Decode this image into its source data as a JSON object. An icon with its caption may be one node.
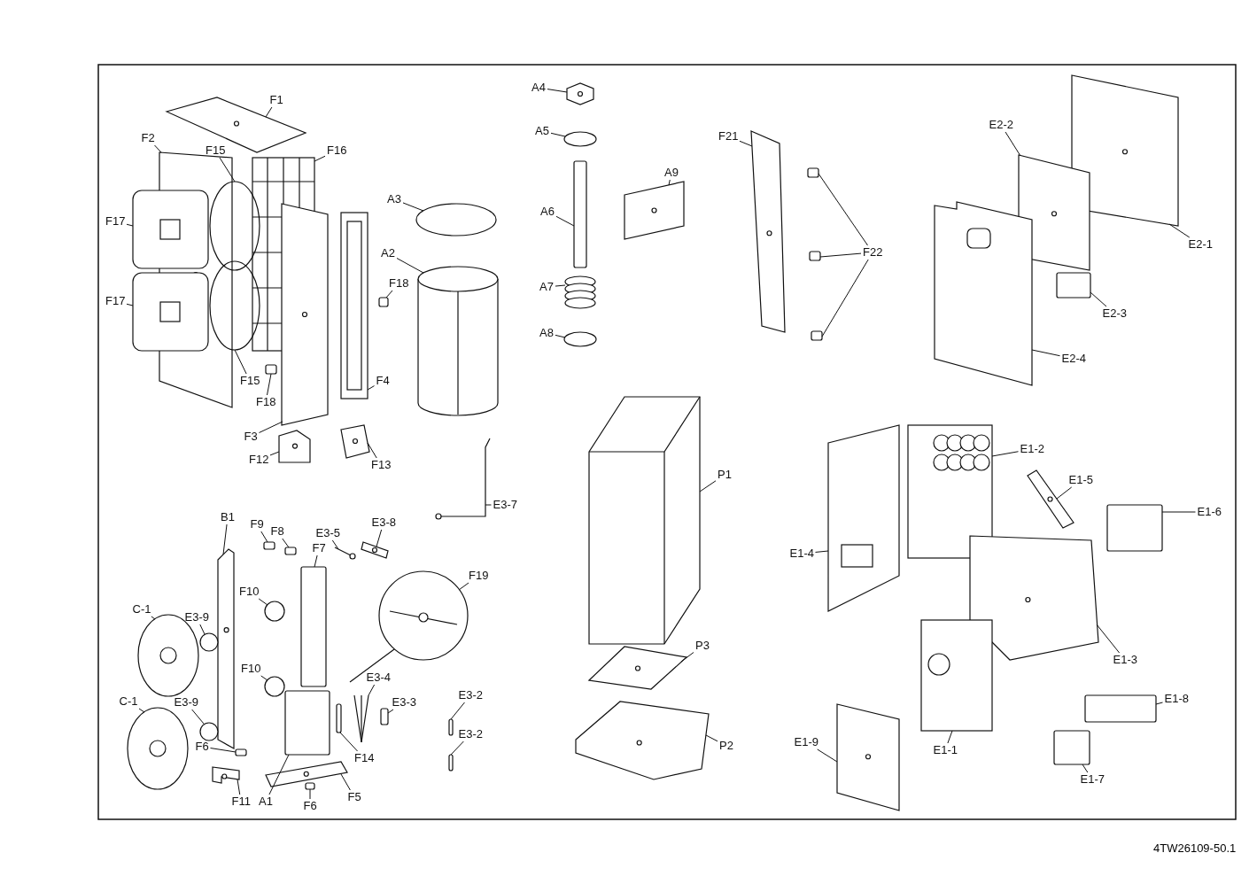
{
  "diagram": {
    "nodes": [
      {
        "text": [
          "F1"
        ]
      },
      {
        "text": [
          "F2"
        ]
      },
      {
        "text": [
          "F15"
        ]
      },
      {
        "text": [
          "F16"
        ]
      },
      {
        "text": [
          "F17"
        ]
      },
      {
        "text": [
          "F17"
        ]
      },
      {
        "text": [
          "A3"
        ]
      },
      {
        "text": [
          "A2"
        ]
      },
      {
        "text": [
          "F18"
        ]
      },
      {
        "text": [
          "F15"
        ]
      },
      {
        "text": [
          "F18"
        ]
      },
      {
        "text": [
          "F4"
        ]
      },
      {
        "text": [
          "F3"
        ]
      },
      {
        "text": [
          "F12"
        ]
      },
      {
        "text": [
          "F13"
        ]
      },
      {
        "text": [
          "A4"
        ]
      },
      {
        "text": [
          "A5"
        ]
      },
      {
        "text": [
          "A9"
        ]
      },
      {
        "text": [
          "A6"
        ]
      },
      {
        "text": [
          "A7"
        ]
      },
      {
        "text": [
          "A8"
        ]
      },
      {
        "text": [
          "F21"
        ]
      },
      {
        "text": [
          "F22"
        ]
      },
      {
        "text": [
          "E2-2"
        ]
      },
      {
        "text": [
          "E2-1"
        ]
      },
      {
        "text": [
          "E2-3"
        ]
      },
      {
        "text": [
          "E2-4"
        ]
      },
      {
        "text": [
          "E3-7"
        ]
      },
      {
        "text": [
          "P1"
        ]
      },
      {
        "text": [
          "E1-2"
        ]
      },
      {
        "text": [
          "E1-5"
        ]
      },
      {
        "text": [
          "E1-6"
        ]
      },
      {
        "text": [
          "E1-4"
        ]
      },
      {
        "text": [
          "B1"
        ]
      },
      {
        "text": [
          "F9"
        ]
      },
      {
        "text": [
          "F8"
        ]
      },
      {
        "text": [
          "E3-5"
        ]
      },
      {
        "text": [
          "E3-8"
        ]
      },
      {
        "text": [
          "F7"
        ]
      },
      {
        "text": [
          "F19"
        ]
      },
      {
        "text": [
          "F10"
        ]
      },
      {
        "text": [
          "C-1"
        ]
      },
      {
        "text": [
          "E3-9"
        ]
      },
      {
        "text": [
          "F10"
        ]
      },
      {
        "text": [
          "E3-4"
        ]
      },
      {
        "text": [
          "E3-3"
        ]
      },
      {
        "text": [
          "E3-2"
        ]
      },
      {
        "text": [
          "E3-2"
        ]
      },
      {
        "text": [
          "C-1"
        ]
      },
      {
        "text": [
          "E3-9"
        ]
      },
      {
        "text": [
          "F14"
        ]
      },
      {
        "text": [
          "F6"
        ]
      },
      {
        "text": [
          "F11"
        ]
      },
      {
        "text": [
          "A1"
        ]
      },
      {
        "text": [
          "F6"
        ]
      },
      {
        "text": [
          "F5"
        ]
      },
      {
        "text": [
          "P3"
        ]
      },
      {
        "text": [
          "P2"
        ]
      },
      {
        "text": [
          "E1-3"
        ]
      },
      {
        "text": [
          "E1-8"
        ]
      },
      {
        "text": [
          "E1-9"
        ]
      },
      {
        "text": [
          "E1-1"
        ]
      },
      {
        "text": [
          "E1-7"
        ]
      },
      {
        "text": [],
        "shape": "picture"
      },
      {
        "text": [],
        "shape": "picture"
      },
      {
        "text": [],
        "shape": "circle"
      },
      {
        "text": [],
        "shape": "circle"
      },
      {
        "text": [],
        "shape": "picture"
      },
      {
        "text": [],
        "shape": "picture"
      },
      {
        "text": [],
        "shape": "picture"
      },
      {
        "text": [],
        "shape": "circle"
      },
      {
        "text": [],
        "shape": "picture"
      },
      {
        "text": [],
        "shape": "box"
      },
      {
        "text": [],
        "shape": "box"
      },
      {
        "text": [],
        "shape": "picture"
      },
      {
        "text": [],
        "shape": "picture"
      },
      {
        "text": [],
        "shape": "picture"
      },
      {
        "text": [],
        "shape": "picture"
      },
      {
        "text": [],
        "shape": "picture"
      },
      {
        "text": [],
        "shape": "circle"
      },
      {
        "text": [],
        "shape": "picture"
      },
      {
        "text": [],
        "shape": "box"
      },
      {
        "text": [],
        "shape": "picture"
      },
      {
        "text": [],
        "shape": "circle"
      },
      {
        "text": [],
        "shape": "picture"
      },
      {
        "text": [],
        "shape": "box"
      },
      {
        "text": [],
        "shape": "box"
      },
      {
        "text": [],
        "shape": "box"
      },
      {
        "text": [],
        "shape": "picture"
      },
      {
        "text": [],
        "shape": "picture"
      },
      {
        "text": [],
        "shape": "box"
      },
      {
        "text": [],
        "shape": "picture"
      },
      {
        "text": [],
        "shape": "picture"
      },
      {
        "text": [],
        "shape": "picture"
      },
      {
        "text": [],
        "shape": "picture"
      },
      {
        "text": [],
        "shape": "picture"
      },
      {
        "text": [],
        "shape": "box"
      },
      {
        "text": [],
        "shape": "picture"
      },
      {
        "text": [],
        "shape": "picture"
      },
      {
        "text": [],
        "shape": "box"
      },
      {
        "text": [],
        "shape": "box"
      },
      {
        "text": [],
        "shape": "picture"
      },
      {
        "text": [],
        "shape": "picture"
      },
      {
        "text": [],
        "shape": "box"
      },
      {
        "text": [],
        "shape": "picture"
      },
      {
        "text": [],
        "shape": "circle"
      },
      {
        "text": [],
        "shape": "picture"
      },
      {
        "text": [],
        "shape": "circle"
      },
      {
        "text": [],
        "shape": "circle"
      },
      {
        "text": [],
        "shape": "picture"
      },
      {
        "text": [],
        "shape": "box"
      },
      {
        "text": [],
        "shape": "box"
      },
      {
        "text": [],
        "shape": "box"
      },
      {
        "text": [],
        "shape": "picture"
      },
      {
        "text": [],
        "shape": "circle"
      },
      {
        "text": [],
        "shape": "box"
      },
      {
        "text": [],
        "shape": "box"
      },
      {
        "text": [],
        "shape": "picture"
      },
      {
        "text": [],
        "shape": "box"
      },
      {
        "text": [],
        "shape": "box"
      },
      {
        "text": [],
        "shape": "picture"
      },
      {
        "text": [],
        "shape": "picture"
      },
      {
        "text": [],
        "shape": "picture"
      },
      {
        "text": [],
        "shape": "picture"
      },
      {
        "text": [],
        "shape": "box"
      },
      {
        "text": [],
        "shape": "picture"
      },
      {
        "text": [],
        "shape": "picture"
      },
      {
        "text": [],
        "shape": "box"
      }
    ],
    "edges": [
      {
        "from": 0,
        "to": 63,
        "arrow": "none"
      },
      {
        "from": 1,
        "to": 64,
        "arrow": "none"
      },
      {
        "from": 2,
        "to": 65,
        "arrow": "none"
      },
      {
        "from": 3,
        "to": 67,
        "arrow": "none"
      },
      {
        "from": 4,
        "to": 68,
        "arrow": "none"
      },
      {
        "from": 5,
        "to": 69,
        "arrow": "none"
      },
      {
        "from": 6,
        "to": 70,
        "arrow": "none"
      },
      {
        "from": 7,
        "to": 71,
        "arrow": "none"
      },
      {
        "from": 8,
        "to": 72,
        "arrow": "none"
      },
      {
        "from": 9,
        "to": 66,
        "arrow": "none"
      },
      {
        "from": 10,
        "to": 73,
        "arrow": "none"
      },
      {
        "from": 11,
        "to": 74,
        "arrow": "none"
      },
      {
        "from": 12,
        "to": 75,
        "arrow": "none"
      },
      {
        "from": 13,
        "to": 76,
        "arrow": "none"
      },
      {
        "from": 14,
        "to": 77,
        "arrow": "none"
      },
      {
        "from": 15,
        "to": 78,
        "arrow": "none"
      },
      {
        "from": 16,
        "to": 79,
        "arrow": "none"
      },
      {
        "from": 17,
        "to": 80,
        "arrow": "none"
      },
      {
        "from": 18,
        "to": 81,
        "arrow": "none"
      },
      {
        "from": 19,
        "to": 82,
        "arrow": "none"
      },
      {
        "from": 20,
        "to": 83,
        "arrow": "none"
      },
      {
        "from": 21,
        "to": 84,
        "arrow": "none"
      },
      {
        "from": 22,
        "to": 85,
        "arrow": "none"
      },
      {
        "from": 22,
        "to": 86,
        "arrow": "none"
      },
      {
        "from": 22,
        "to": 87,
        "arrow": "none"
      },
      {
        "from": 23,
        "to": 88,
        "arrow": "none"
      },
      {
        "from": 24,
        "to": 89,
        "arrow": "none"
      },
      {
        "from": 25,
        "to": 90,
        "arrow": "none"
      },
      {
        "from": 26,
        "to": 91,
        "arrow": "none"
      },
      {
        "from": 27,
        "to": 92,
        "arrow": "none"
      },
      {
        "from": 28,
        "to": 93,
        "arrow": "none"
      },
      {
        "from": 29,
        "to": 94,
        "arrow": "none"
      },
      {
        "from": 30,
        "to": 95,
        "arrow": "none"
      },
      {
        "from": 31,
        "to": 96,
        "arrow": "none"
      },
      {
        "from": 32,
        "to": 97,
        "arrow": "none"
      },
      {
        "from": 33,
        "to": 98,
        "arrow": "none"
      },
      {
        "from": 34,
        "to": 99,
        "arrow": "none"
      },
      {
        "from": 35,
        "to": 100,
        "arrow": "none"
      },
      {
        "from": 36,
        "to": 101,
        "arrow": "none"
      },
      {
        "from": 37,
        "to": 102,
        "arrow": "none"
      },
      {
        "from": 38,
        "to": 103,
        "arrow": "none"
      },
      {
        "from": 39,
        "to": 104,
        "arrow": "none"
      },
      {
        "from": 40,
        "to": 105,
        "arrow": "none"
      },
      {
        "from": 41,
        "to": 106,
        "arrow": "none"
      },
      {
        "from": 42,
        "to": 107,
        "arrow": "none"
      },
      {
        "from": 43,
        "to": 108,
        "arrow": "none"
      },
      {
        "from": 44,
        "to": 109,
        "arrow": "none"
      },
      {
        "from": 45,
        "to": 110,
        "arrow": "none"
      },
      {
        "from": 46,
        "to": 111,
        "arrow": "none"
      },
      {
        "from": 47,
        "to": 112,
        "arrow": "none"
      },
      {
        "from": 48,
        "to": 113,
        "arrow": "none"
      },
      {
        "from": 49,
        "to": 114,
        "arrow": "none"
      },
      {
        "from": 50,
        "to": 115,
        "arrow": "none"
      },
      {
        "from": 51,
        "to": 116,
        "arrow": "none"
      },
      {
        "from": 52,
        "to": 117,
        "arrow": "none"
      },
      {
        "from": 53,
        "to": 118,
        "arrow": "none"
      },
      {
        "from": 54,
        "to": 119,
        "arrow": "none"
      },
      {
        "from": 55,
        "to": 120,
        "arrow": "none"
      },
      {
        "from": 56,
        "to": 121,
        "arrow": "none"
      },
      {
        "from": 57,
        "to": 122,
        "arrow": "none"
      },
      {
        "from": 58,
        "to": 123,
        "arrow": "none"
      },
      {
        "from": 59,
        "to": 124,
        "arrow": "none"
      },
      {
        "from": 60,
        "to": 125,
        "arrow": "none"
      },
      {
        "from": 61,
        "to": 126,
        "arrow": "none"
      },
      {
        "from": 62,
        "to": 127,
        "arrow": "none"
      }
    ],
    "labels": [
      "4TW26109-50.1"
    ]
  }
}
